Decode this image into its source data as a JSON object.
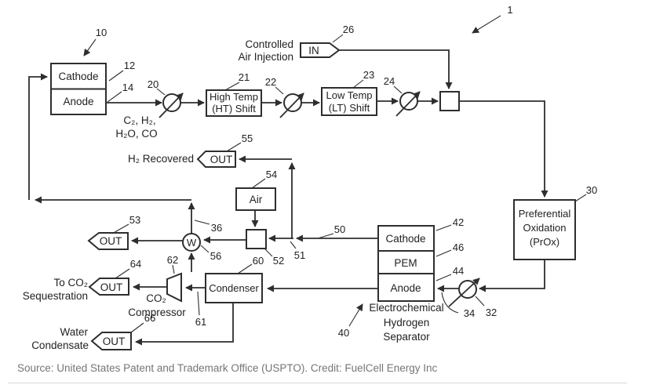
{
  "figure": {
    "fuel_cell": {
      "cathode": "Cathode",
      "anode": "Anode"
    },
    "ht_shift": {
      "line1": "High Temp",
      "line2": "(HT) Shift"
    },
    "lt_shift": {
      "line1": "Low Temp",
      "line2": "(LT) Shift"
    },
    "prox": {
      "line1": "Preferential",
      "line2": "Oxidation",
      "line3": "(PrOx)"
    },
    "separator": {
      "cathode": "Cathode",
      "pem": "PEM",
      "anode": "Anode",
      "label1": "Electrochemical",
      "label2": "Hydrogen",
      "label3": "Separator"
    },
    "air_box": "Air",
    "condenser": "Condenser",
    "w_device": "W",
    "in_flag": "IN",
    "out_flag_h2": "OUT",
    "out_flag_53": "OUT",
    "out_flag_64": "OUT",
    "out_flag_66": "OUT",
    "annotations": {
      "controlled_air1": "Controlled",
      "controlled_air2": "Air Injection",
      "anode_gas1": "C₂, H₂,",
      "anode_gas2": "H₂O, CO",
      "h2_recovered": "H₂ Recovered",
      "to_co2_1": "To CO₂",
      "to_co2_2": "Sequestration",
      "co2_comp1": "CO₂",
      "co2_comp2": "Compressor",
      "water1": "Water",
      "water2": "Condensate"
    },
    "refs": {
      "n1": "1",
      "n10": "10",
      "n12": "12",
      "n14": "14",
      "n20": "20",
      "n21": "21",
      "n22": "22",
      "n23": "23",
      "n24": "24",
      "n26": "26",
      "n30": "30",
      "n32": "32",
      "n34": "34",
      "n36": "36",
      "n40": "40",
      "n42": "42",
      "n44": "44",
      "n46": "46",
      "n50": "50",
      "n51": "51",
      "n52": "52",
      "n53": "53",
      "n54": "54",
      "n55": "55",
      "n56": "56",
      "n60": "60",
      "n61": "61",
      "n62": "62",
      "n64": "64",
      "n66": "66"
    }
  },
  "footer": {
    "source": "Source: United States Patent and Trademark Office (USPTO). Credit: FuelCell Energy Inc"
  }
}
